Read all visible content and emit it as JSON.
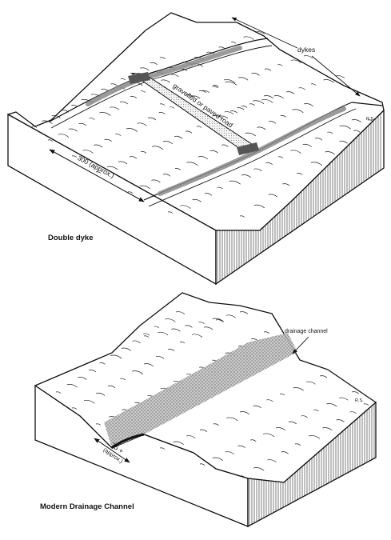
{
  "figure_top": {
    "caption": "Double dyke",
    "label_dykes": "dykes",
    "label_road": "gravelled or paved road",
    "dimension": "300 (approx.)",
    "initials": "R.S."
  },
  "figure_bottom": {
    "caption": "Modern Drainage Channel",
    "label_channel": "drainage channel",
    "dimension_line1": "75 +",
    "dimension_line2": "(approx.)",
    "initials": "R.S."
  },
  "colors": {
    "ink": "#111111",
    "paper": "#ffffff",
    "dyke_shade": "#8a8a8a",
    "channel_shade": "#9a9a9a",
    "road_fill": "#e6e6e6"
  }
}
